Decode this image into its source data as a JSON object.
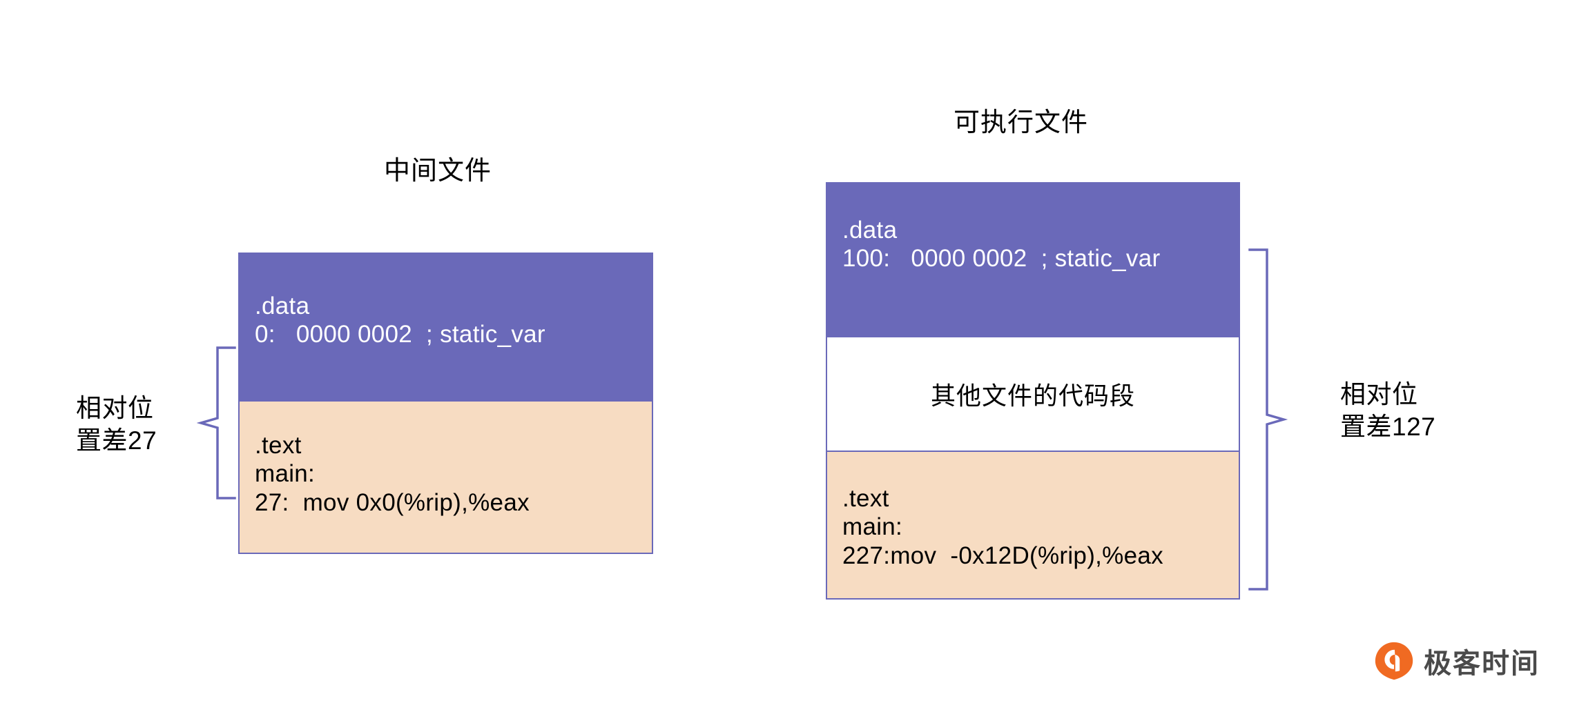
{
  "diagram": {
    "intermediate_file": {
      "title": "中间文件",
      "segments": [
        {
          "kind": "data-segment",
          "fill": "#6a69b9",
          "lines": [
            ".data",
            "0:   0000 0002  ; static_var"
          ]
        },
        {
          "kind": "text-segment",
          "fill": "#f7dcc2",
          "lines": [
            ".text",
            "main:",
            "27:  mov 0x0(%rip),%eax"
          ]
        }
      ],
      "annotation": {
        "line1": "相对位",
        "line2": "置差27",
        "value": 27
      }
    },
    "executable_file": {
      "title": "可执行文件",
      "segments": [
        {
          "kind": "data-segment",
          "fill": "#6a69b9",
          "lines": [
            ".data",
            "100:   0000 0002  ; static_var"
          ]
        },
        {
          "kind": "other-segment",
          "fill": "#ffffff",
          "label": "其他文件的代码段"
        },
        {
          "kind": "text-segment",
          "fill": "#f7dcc2",
          "lines": [
            ".text",
            "main:",
            "227:mov  -0x12D(%rip),%eax"
          ]
        }
      ],
      "annotation": {
        "line1": "相对位",
        "line2": "置差127",
        "value": 127
      }
    }
  },
  "logo": {
    "name": "极客时间",
    "mark_color": "#F06A22",
    "text_color": "#4a4a4a"
  },
  "colors": {
    "data_purple": "#6a69b9",
    "text_peach": "#f7dcc2",
    "border_purple": "#6a69b9",
    "background": "#ffffff"
  }
}
